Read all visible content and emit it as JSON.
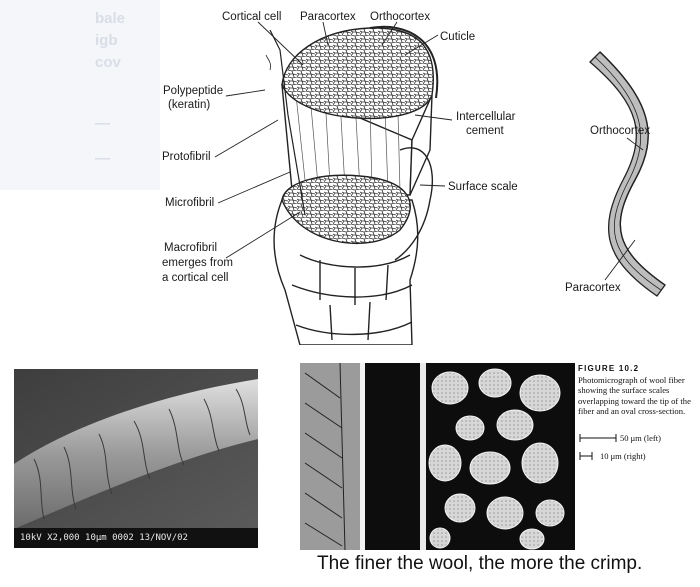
{
  "diagram": {
    "labels": {
      "cortical_cell": "Cortical cell",
      "paracortex": "Paracortex",
      "orthocortex": "Orthocortex",
      "cuticle": "Cuticle",
      "polypeptide_1": "Polypeptide",
      "polypeptide_2": "(keratin)",
      "intercellular_1": "Intercellular",
      "intercellular_2": "cement",
      "protofibril": "Protofibril",
      "surface_scale": "Surface scale",
      "microfibril": "Microfibril",
      "macrofibril_1": "Macrofibril",
      "macrofibril_2": "emerges from",
      "macrofibril_3": "a cortical cell"
    }
  },
  "crimp": {
    "orthocortex": "Orthocortex",
    "paracortex": "Paracortex"
  },
  "sem": {
    "info": "10kV   X2,000   10μm 0002 13/NOV/02"
  },
  "figure": {
    "label": "FIGURE 10.2",
    "text": "Photomicrograph of wool fiber showing the surface scales overlapping toward the tip of the fiber and an oval cross-section.",
    "scale_left": "50 μm (left)",
    "scale_right": "10 μm (right)"
  },
  "caption": "The  finer the wool, the more the crimp."
}
